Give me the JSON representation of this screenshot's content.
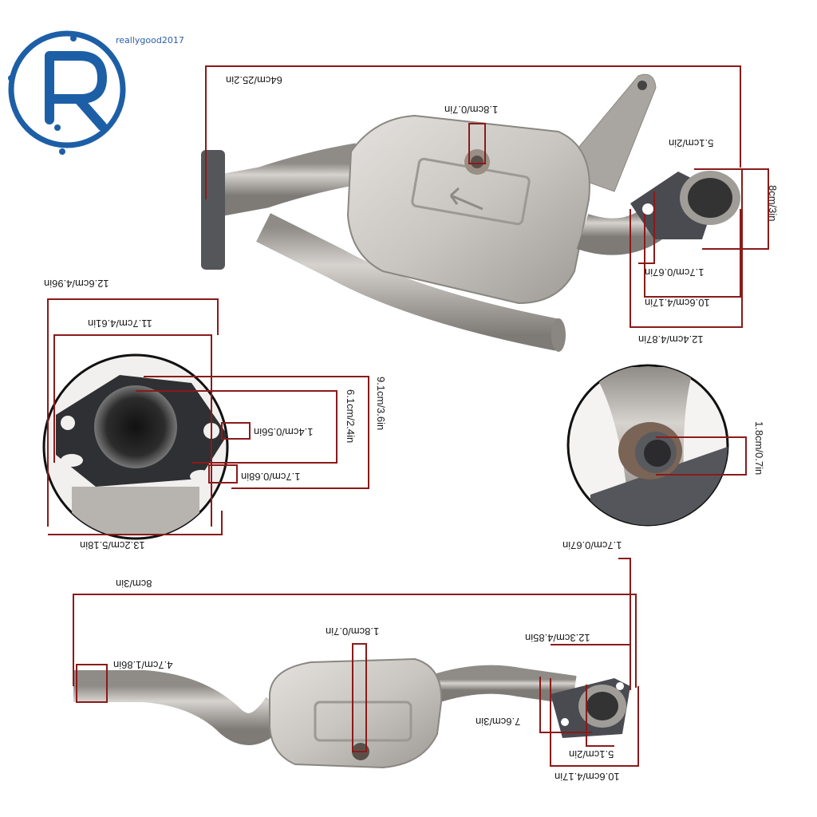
{
  "brand": {
    "logo_letter": "R",
    "watermark": "reallygood2017",
    "color": "#1d5fa6"
  },
  "colors": {
    "dimension_line": "#8b1a1a",
    "pipe": "#b9b6b1",
    "flange": "#3f3f44"
  },
  "top_view": {
    "overall_length": "64cm/25.2in",
    "sensor_port": "1.8cm/0.7in",
    "outlet_diameter_inner": "5.1cm/2in",
    "outlet_height": "8cm/3in",
    "bolt_hole": "1.7cm/0.67in",
    "flange_hole_span": "10.6cm/4.17in",
    "flange_width": "12.4cm/4.87in"
  },
  "flange_detail": {
    "overall_width": "12.6cm/4.96in",
    "bolt_span": "11.7cm/4.61in",
    "overall_height": "9.1cm/3.6in",
    "bore": "6.1cm/2.4in",
    "small_hole": "1.4cm/0.56in",
    "large_hole": "1.7cm/0.68in",
    "bottom_width": "13.2cm/5.18in"
  },
  "port_detail": {
    "port_diameter": "1.8cm/0.7in"
  },
  "bottom_view": {
    "bolt_hole": "1.7cm/0.67in",
    "overall_length": "8cm/3in",
    "sensor_port": "1.8cm/0.7in",
    "flange_width": "12.3cm/4.85in",
    "inlet_diameter": "4.7cm/1.86in",
    "outlet_height": "7.6cm/3in",
    "outlet_diameter": "5.1cm/2in",
    "flange_hole_span": "10.6cm/4.17in"
  }
}
